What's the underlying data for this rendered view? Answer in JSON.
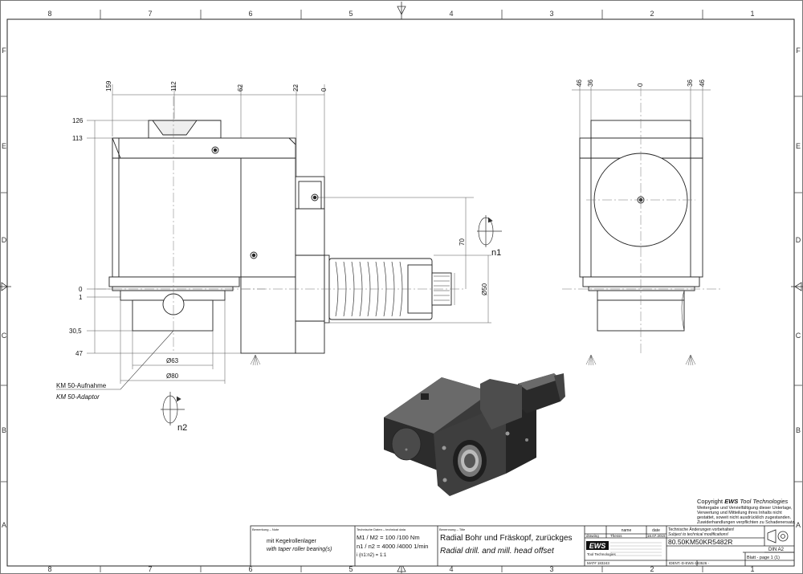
{
  "frame": {
    "cols_top": [
      "8",
      "7",
      "6",
      "5",
      "4",
      "3",
      "2",
      "1"
    ],
    "cols_bottom": [
      "8",
      "7",
      "6",
      "5",
      "4",
      "3",
      "2",
      "1"
    ],
    "rows_left": [
      "F",
      "E",
      "D",
      "C",
      "B",
      "A"
    ],
    "rows_right": [
      "F",
      "E",
      "D",
      "C",
      "B",
      "A"
    ]
  },
  "front_view": {
    "dims_top": [
      "159",
      "112",
      "62",
      "22",
      "0"
    ],
    "dims_left": [
      "126",
      "113",
      "0",
      "1",
      "30,5",
      "47"
    ],
    "dia_63": "Ø63",
    "dia_80": "Ø80",
    "dim_70": "70",
    "dia_50": "Ø50",
    "n1": "n1",
    "n2": "n2",
    "km_de": "KM 50-Aufnahme",
    "km_en": "KM 50-Adaptor"
  },
  "side_view": {
    "dims_top": [
      "46",
      "36",
      "0",
      "36",
      "46"
    ]
  },
  "copyright": {
    "line1_prefix": "Copyright",
    "brand": "EWS",
    "line1_suffix": "Tool Technologies",
    "l2": "Weitergabe und Vervielfältigung dieser Unterlage,",
    "l3": "Verwertung und Mitteilung ihres Inhalts nicht",
    "l4": "gestattet, soweit nicht ausdrücklich zugestanden.",
    "l5": "Zuwiderhandlungen verpflichten zu Schadenersatz."
  },
  "title_block": {
    "remark_label": "Bemerkung – Note",
    "remark_de": "mit Kegelrollenlager",
    "remark_en": "with taper roller bearing(s)",
    "tech_label": "Technische Daten – technical data",
    "tech_l1": "M1 / M2 = 100 /100 Nm",
    "tech_l2": "n1 / n2 = 4000 /4000  1/min",
    "tech_l3": "i  (n1:n2) = 1:1",
    "title_label": "Benennung – Title",
    "title_de": "Radial Bohr und Fräskopf, zurückges",
    "title_en": "Radial drill. and mill. head offset",
    "name_hdr": "name",
    "date_hdr": "date",
    "drawing_lbl": "drawing",
    "drawing_name": "Thesss",
    "drawing_date": "16.07.2015",
    "mod_de": "Technische Änderungen vorbehalten!",
    "mod_en": "Subject to technical modifications!",
    "part_no": "80.50KM50KR5482R",
    "logo": "EWS",
    "logo_sub": "Tool Technologies",
    "din": "DIN A2",
    "mat_no": "MAT# 183243",
    "ident": "IDENT.-D-EWS-183526 -",
    "sheet": "Blatt - page  1 (1)"
  }
}
